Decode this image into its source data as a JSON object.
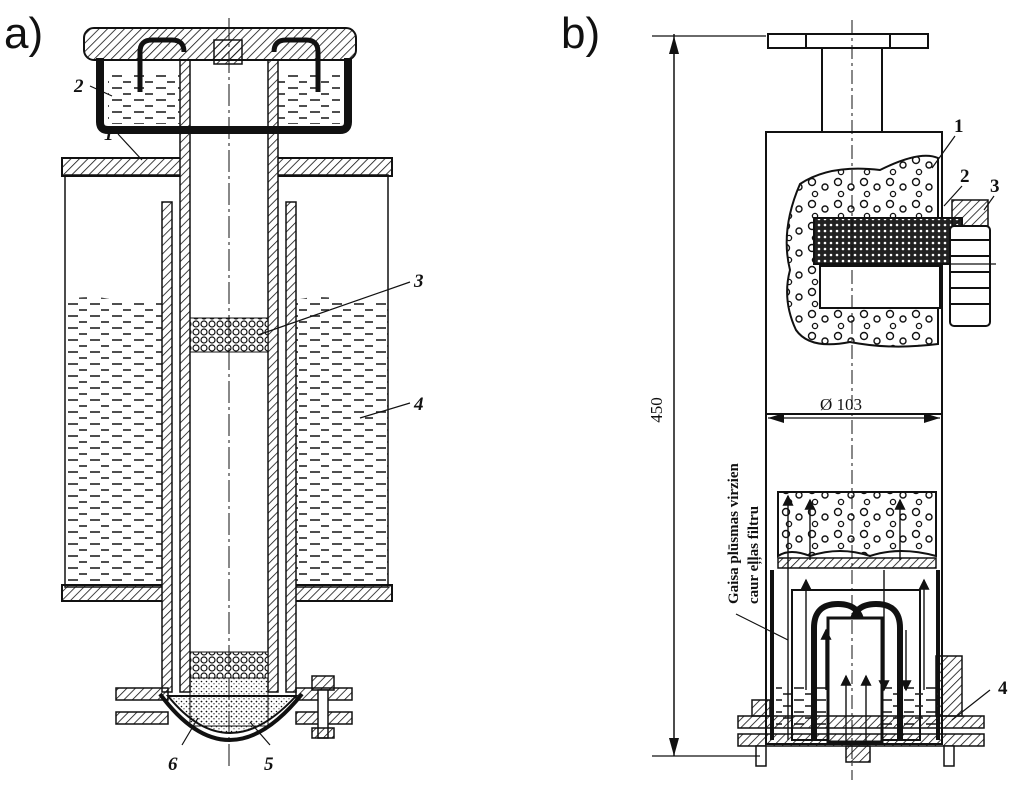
{
  "panel_a": {
    "label": "a)",
    "callouts": [
      "1",
      "2",
      "3",
      "4",
      "5",
      "6"
    ]
  },
  "panel_b": {
    "label": "b)",
    "callouts": [
      "1",
      "2",
      "3",
      "4"
    ],
    "height_dimension": "450",
    "diameter_dimension": "Ø 103",
    "airflow_caption": [
      "Gaisa plūsmas virzien",
      "caur eļļas filtru"
    ]
  },
  "colors": {
    "ink": "#111111",
    "paper": "#ffffff",
    "liquid": "#222222"
  }
}
